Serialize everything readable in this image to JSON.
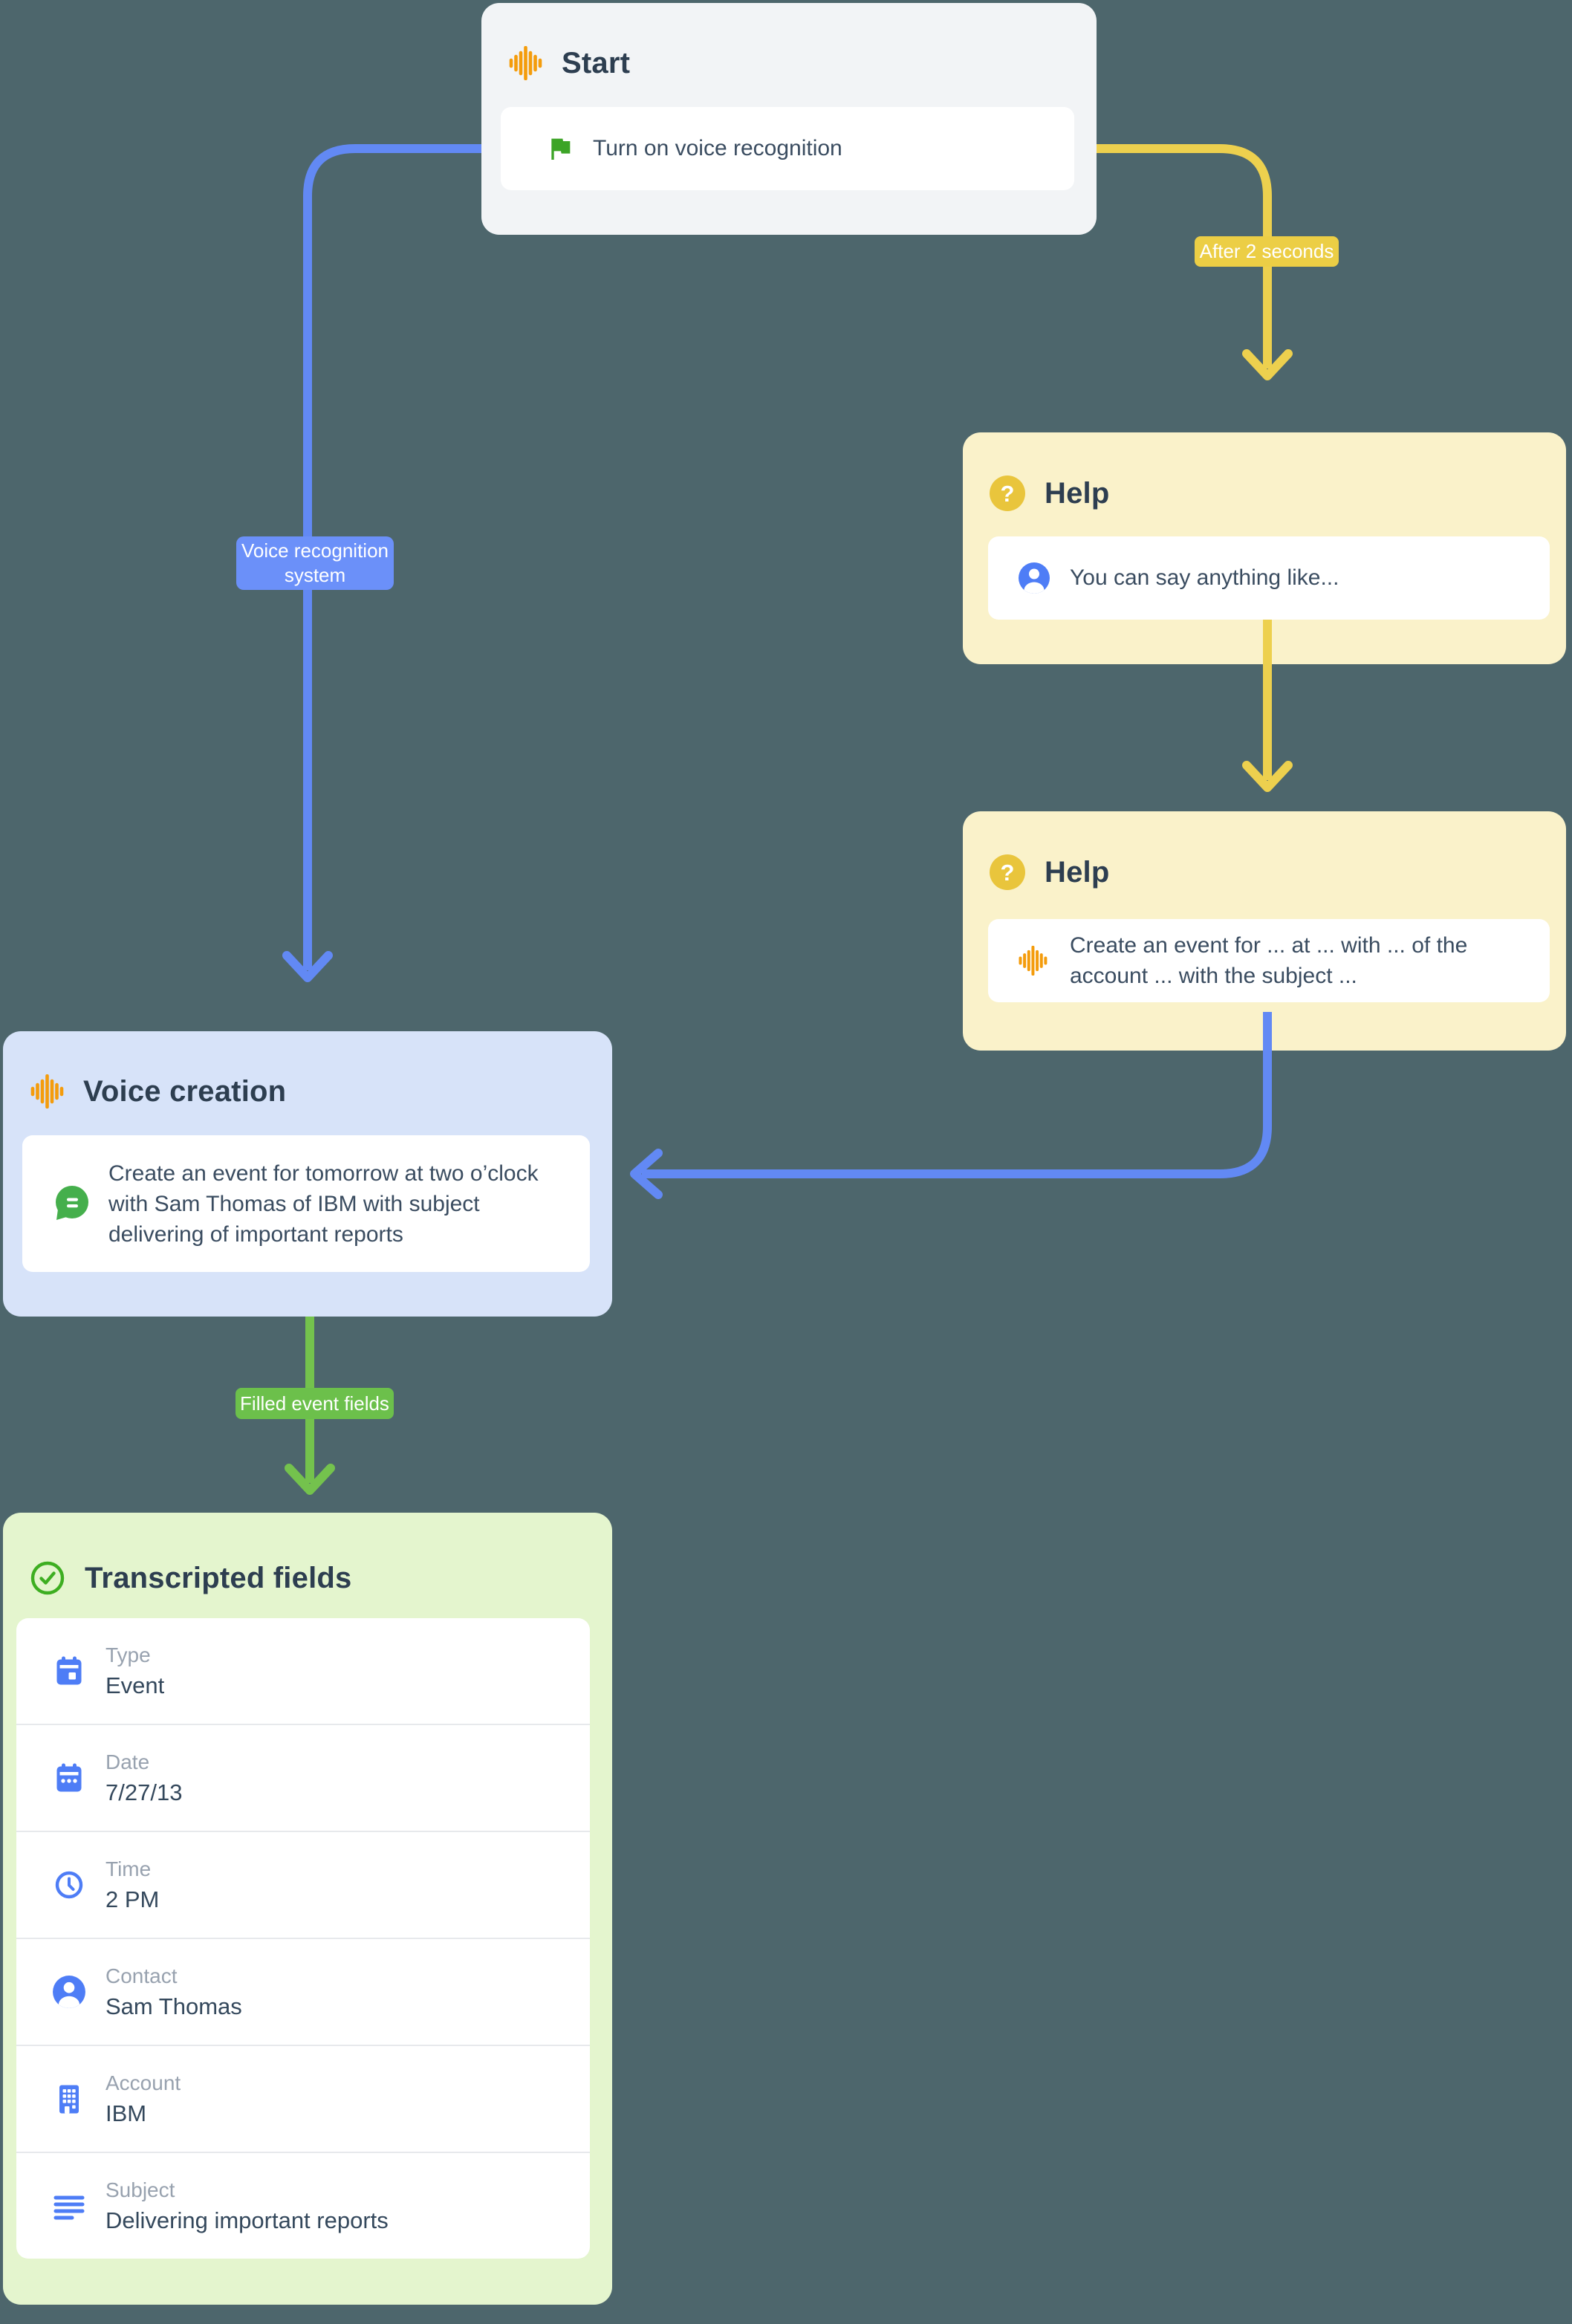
{
  "canvas": {
    "background": "#4D666C"
  },
  "palette": {
    "edge_blue": "#6289F4",
    "edge_yellow": "#EDD04E",
    "edge_green": "#74C24D",
    "badge_blue": "#6B90F9",
    "badge_yellow": "#ECCE45",
    "badge_green": "#6CC04B",
    "node_start_bg": "#F2F4F6",
    "node_help_bg": "#FAF2CA",
    "node_voice_bg": "#D7E3F9",
    "node_fields_bg": "#E4F5CE",
    "title_color": "#2D3E50",
    "text_color": "#3A4C60",
    "label_color": "#98A2AF",
    "icon_blue": "#4E7DF6",
    "icon_orange": "#F49C0C",
    "icon_green": "#3DAE21"
  },
  "nodes": {
    "start": {
      "title": "Start",
      "icon": "waveform-icon",
      "message": "Turn on voice recognition",
      "message_icon": "flag-icon"
    },
    "help_1": {
      "title": "Help",
      "icon": "question-icon",
      "message": "You can say anything like...",
      "message_icon": "person-icon"
    },
    "help_2": {
      "title": "Help",
      "icon": "question-icon",
      "message_lines": [
        "Create an event for ... at ... with ... of the",
        "account ... with the subject ..."
      ],
      "message_icon": "waveform-icon"
    },
    "voice_creation": {
      "title": "Voice creation",
      "icon": "waveform-icon",
      "message_lines": [
        "Create an event for tomorrow at two o’clock",
        "with Sam Thomas of IBM with subject",
        "delivering of important reports"
      ],
      "message_icon": "chat-icon"
    },
    "transcripted_fields": {
      "title": "Transcripted fields",
      "icon": "check-circle-icon",
      "fields": [
        {
          "label": "Type",
          "value": "Event",
          "icon": "event-icon"
        },
        {
          "label": "Date",
          "value": "7/27/13",
          "icon": "calendar-icon"
        },
        {
          "label": "Time",
          "value": "2 PM",
          "icon": "clock-icon"
        },
        {
          "label": "Contact",
          "value": "Sam Thomas",
          "icon": "person-icon"
        },
        {
          "label": "Account",
          "value": "IBM",
          "icon": "building-icon"
        },
        {
          "label": "Subject",
          "value": "Delivering important reports",
          "icon": "subject-icon"
        }
      ]
    }
  },
  "edges": {
    "start_to_help": {
      "label": "After 2 seconds"
    },
    "start_to_voice": {
      "label_lines": [
        "Voice recognition",
        "system"
      ]
    },
    "voice_to_fields": {
      "label": "Filled event fields"
    }
  }
}
